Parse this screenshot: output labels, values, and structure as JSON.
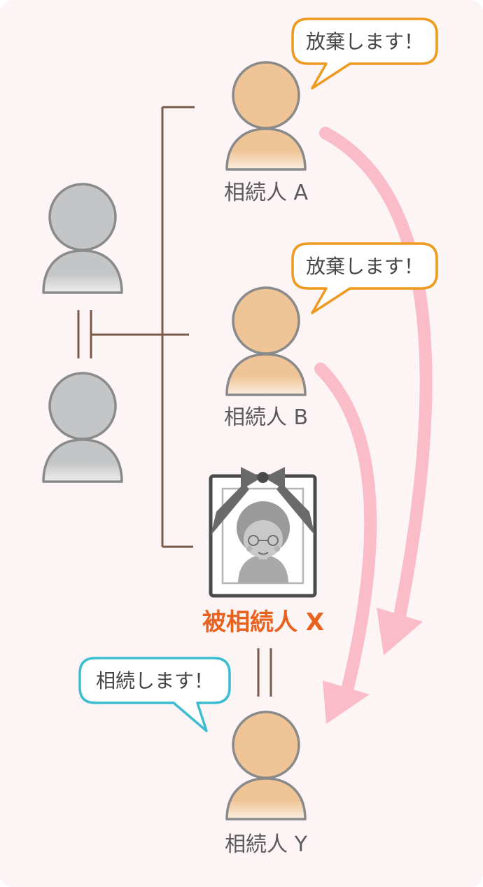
{
  "heirs": {
    "a": {
      "label": "相続人 A",
      "speech": "放棄します！"
    },
    "b": {
      "label": "相続人 B",
      "speech": "放棄します！"
    },
    "y": {
      "label": "相続人 Y",
      "speech": "相続します！"
    }
  },
  "deceased": {
    "label": "被相続人 X"
  },
  "colors": {
    "background": "#fdf4f6",
    "heir_fill": "#efc597",
    "parent_fill": "#c8c9ca",
    "outline": "#8a8a8a",
    "tree_line": "#7a5a4a",
    "arrow": "#f9bcc8",
    "renounce_bubble_border": "#ee9a1e",
    "accept_bubble_border": "#3cbcd0",
    "deceased_label": "#e8621e"
  },
  "icons": {
    "person": "person-icon",
    "memorial_portrait": "memorial-portrait-icon",
    "ribbon": "ribbon-icon",
    "arrow": "arrow-icon"
  }
}
